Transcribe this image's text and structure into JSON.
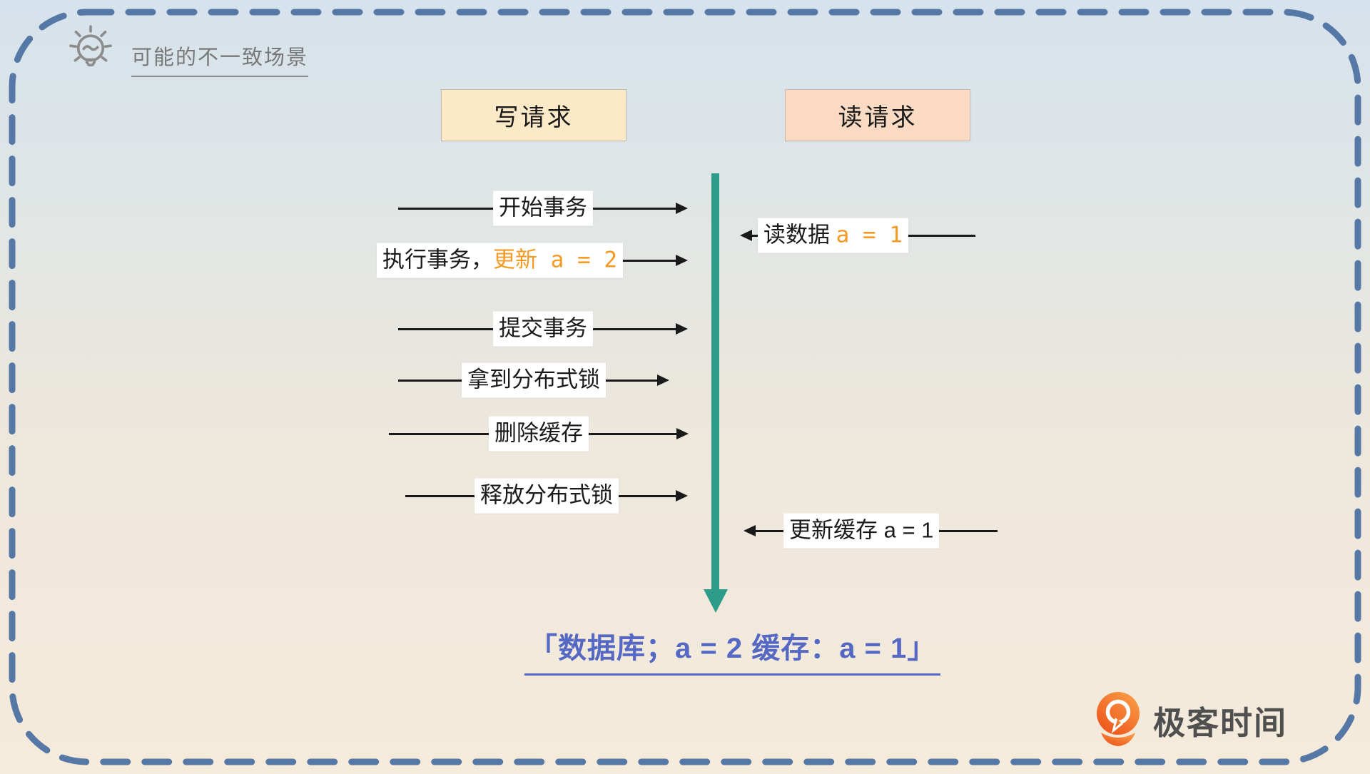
{
  "title": {
    "text": "可能的不一致场景",
    "icon": "lightbulb-icon"
  },
  "columns": {
    "write": {
      "label": "写请求"
    },
    "read": {
      "label": "读请求"
    }
  },
  "timeline": {
    "direction": "down"
  },
  "flow": {
    "left": [
      {
        "label": "开始事务"
      },
      {
        "label": "执行事务，",
        "accent": "更新 a = 2"
      },
      {
        "label": "提交事务"
      },
      {
        "label": "拿到分布式锁"
      },
      {
        "label": "删除缓存"
      },
      {
        "label": "释放分布式锁"
      }
    ],
    "right": [
      {
        "label": "读数据 ",
        "accent": "a = 1"
      },
      {
        "label": "更新缓存 a = 1"
      }
    ]
  },
  "conclusion": {
    "text": "「数据库；a = 2  缓存：a = 1」"
  },
  "brand": {
    "name": "极客时间",
    "icon": "geektime-logo-icon"
  },
  "colors": {
    "accent_orange": "#F59A23",
    "teal": "#2E9C8B",
    "border_blue": "#5578A6",
    "conclusion_blue": "#5568C4",
    "write_bg": "#FBE9C7",
    "read_bg": "#FBDAC3",
    "ink": "#1a1a1a",
    "gray_text": "#787878",
    "brand_gray": "#4F4F4F"
  }
}
